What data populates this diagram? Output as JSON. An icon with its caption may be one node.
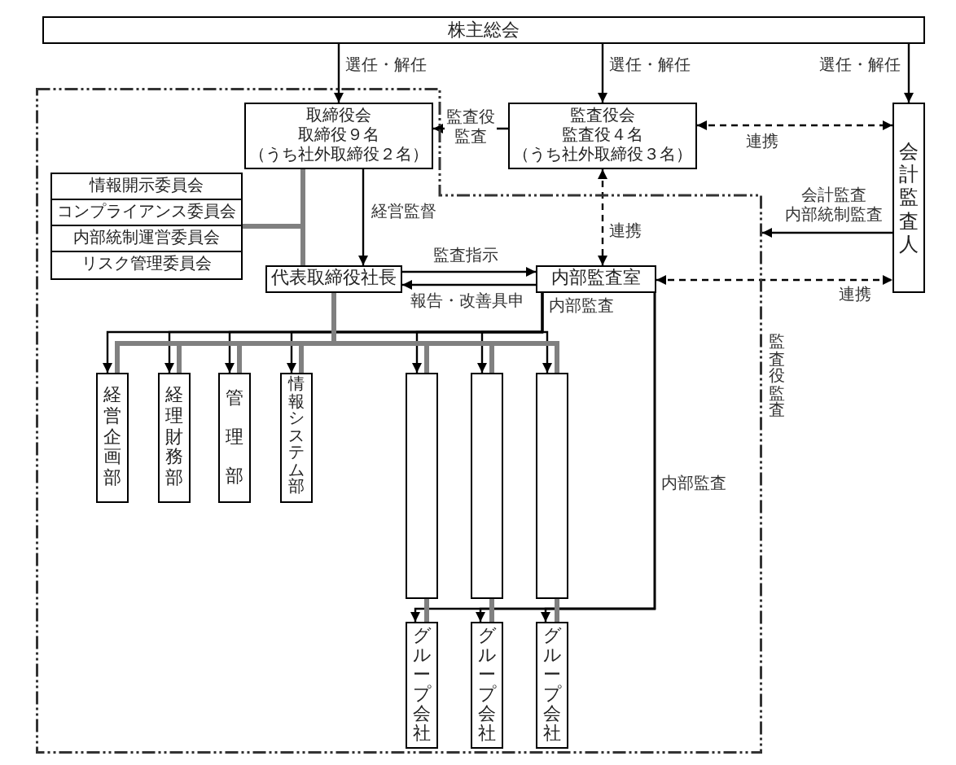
{
  "diagram": {
    "nodes": [
      {
        "text": [
          "株主総会"
        ]
      },
      {
        "text": [],
        "shape": "box"
      },
      {
        "text": [
          "取締役会",
          "取締役９名",
          "（うち社外取締役２名）"
        ],
        "in": 1
      },
      {
        "text": [
          "監査役会",
          "監査役４名",
          "（うち社外取締役３名）"
        ]
      },
      {
        "text": [
          "会計監査人"
        ]
      },
      {
        "text": [],
        "shape": "box",
        "in": 1
      },
      {
        "text": [
          "情報開示委員会"
        ],
        "in": 5
      },
      {
        "text": [
          "コンプライアンス委員会"
        ],
        "in": 5
      },
      {
        "text": [
          "内部統制運営委員会"
        ],
        "in": 5
      },
      {
        "text": [
          "リスク管理委員会"
        ],
        "in": 5
      },
      {
        "text": [
          "代表取締役社長"
        ],
        "in": 1
      },
      {
        "text": [
          "内部監査室"
        ],
        "in": 1
      },
      {
        "text": [
          "経営企画部"
        ],
        "in": 1
      },
      {
        "text": [
          "経理財務部"
        ],
        "in": 1
      },
      {
        "text": [
          "管理部"
        ],
        "in": 1
      },
      {
        "text": [
          "情報システム部"
        ],
        "in": 1
      },
      {
        "text": [],
        "shape": "box",
        "in": 1
      },
      {
        "text": [],
        "shape": "box",
        "in": 1
      },
      {
        "text": [],
        "shape": "box",
        "in": 1
      },
      {
        "text": [
          "グループ会社"
        ],
        "in": 1
      },
      {
        "text": [
          "グループ会社"
        ],
        "in": 1
      },
      {
        "text": [
          "グループ会社"
        ],
        "in": 1
      }
    ],
    "edges": [
      {
        "from": 0,
        "to": 2,
        "arrow": "to",
        "label": "選任・解任"
      },
      {
        "from": 0,
        "to": 3,
        "arrow": "to",
        "label": "選任・解任"
      },
      {
        "from": 0,
        "to": 4,
        "arrow": "to",
        "label": "選任・解任"
      },
      {
        "from": 3,
        "to": 2,
        "arrow": "to",
        "label": "監査役監査"
      },
      {
        "from": 3,
        "to": 4,
        "arrow": "both",
        "label": "連携",
        "style": "dashed"
      },
      {
        "from": 2,
        "to": 10,
        "arrow": "to",
        "label": "経営監督"
      },
      {
        "from": 2,
        "to": 10,
        "arrow": "none",
        "style": "thick",
        "color": "#808080"
      },
      {
        "from": 5,
        "to": 10,
        "arrow": "none",
        "style": "thick",
        "color": "#808080"
      },
      {
        "from": 3,
        "to": 11,
        "arrow": "both",
        "label": "連携",
        "style": "dashed"
      },
      {
        "from": 4,
        "to": 1,
        "arrow": "to",
        "label": "会計監査内部統制監査"
      },
      {
        "from": 10,
        "to": 11,
        "arrow": "to",
        "label": "監査指示"
      },
      {
        "from": 11,
        "to": 10,
        "arrow": "to",
        "label": "報告・改善具申"
      },
      {
        "from": 11,
        "to": 4,
        "arrow": "both",
        "label": "連携",
        "style": "dashed"
      },
      {
        "from": 11,
        "to": 12,
        "arrow": "to",
        "label": "内部監査"
      },
      {
        "from": 11,
        "to": 13,
        "arrow": "to"
      },
      {
        "from": 11,
        "to": 14,
        "arrow": "to"
      },
      {
        "from": 11,
        "to": 15,
        "arrow": "to"
      },
      {
        "from": 11,
        "to": 16,
        "arrow": "to"
      },
      {
        "from": 11,
        "to": 17,
        "arrow": "to"
      },
      {
        "from": 11,
        "to": 18,
        "arrow": "to"
      },
      {
        "from": 10,
        "to": 12,
        "arrow": "none",
        "style": "thick",
        "color": "#808080"
      },
      {
        "from": 10,
        "to": 13,
        "arrow": "none",
        "style": "thick",
        "color": "#808080"
      },
      {
        "from": 10,
        "to": 14,
        "arrow": "none",
        "style": "thick",
        "color": "#808080"
      },
      {
        "from": 10,
        "to": 15,
        "arrow": "none",
        "style": "thick",
        "color": "#808080"
      },
      {
        "from": 10,
        "to": 16,
        "arrow": "none",
        "style": "thick",
        "color": "#808080"
      },
      {
        "from": 10,
        "to": 17,
        "arrow": "none",
        "style": "thick",
        "color": "#808080"
      },
      {
        "from": 10,
        "to": 18,
        "arrow": "none",
        "style": "thick",
        "color": "#808080"
      },
      {
        "from": 11,
        "to": 19,
        "arrow": "to",
        "label": "内部監査"
      },
      {
        "from": 11,
        "to": 20,
        "arrow": "to"
      },
      {
        "from": 11,
        "to": 21,
        "arrow": "to"
      },
      {
        "from": 16,
        "to": 19,
        "arrow": "none",
        "style": "thick",
        "color": "#808080"
      },
      {
        "from": 17,
        "to": 20,
        "arrow": "none",
        "style": "thick",
        "color": "#808080"
      },
      {
        "from": 18,
        "to": 21,
        "arrow": "none",
        "style": "thick",
        "color": "#808080"
      }
    ],
    "labels": [
      "監査役監査"
    ]
  }
}
